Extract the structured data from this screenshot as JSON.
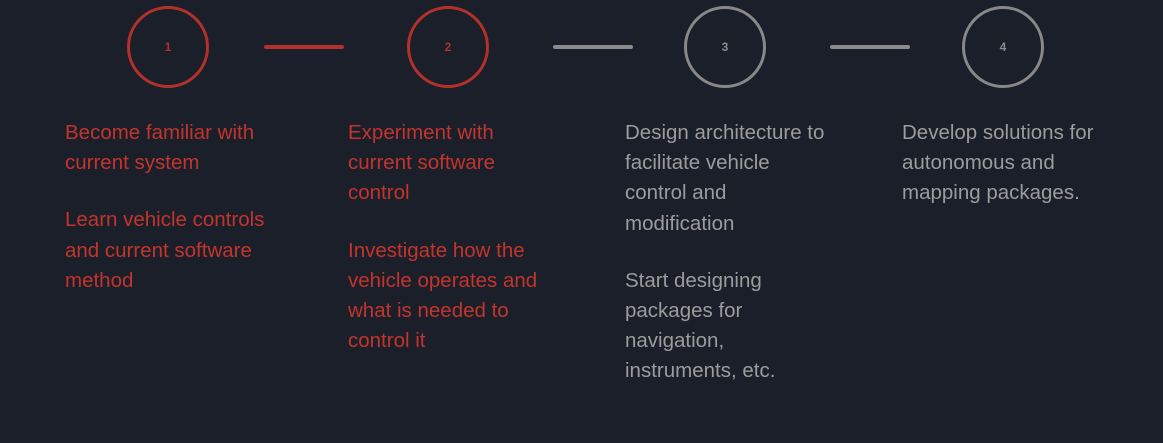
{
  "colors": {
    "background": "#1b1f2a",
    "active": "#b3312a",
    "inactive": "#888888"
  },
  "steps": [
    {
      "number": "1",
      "active": true,
      "paragraphs": [
        "Become familiar with current system",
        "Learn vehicle controls and current software method"
      ]
    },
    {
      "number": "2",
      "active": true,
      "paragraphs": [
        "Experiment with current software control",
        "Investigate how the vehicle operates and what is needed to control it"
      ]
    },
    {
      "number": "3",
      "active": false,
      "paragraphs": [
        "Design architecture to facilitate vehicle control and modification",
        "Start designing packages for navigation, instruments, etc."
      ]
    },
    {
      "number": "4",
      "active": false,
      "paragraphs": [
        "Develop solutions for autonomous and mapping packages."
      ]
    }
  ],
  "connectors": [
    {
      "active": true
    },
    {
      "active": false
    },
    {
      "active": false
    }
  ]
}
